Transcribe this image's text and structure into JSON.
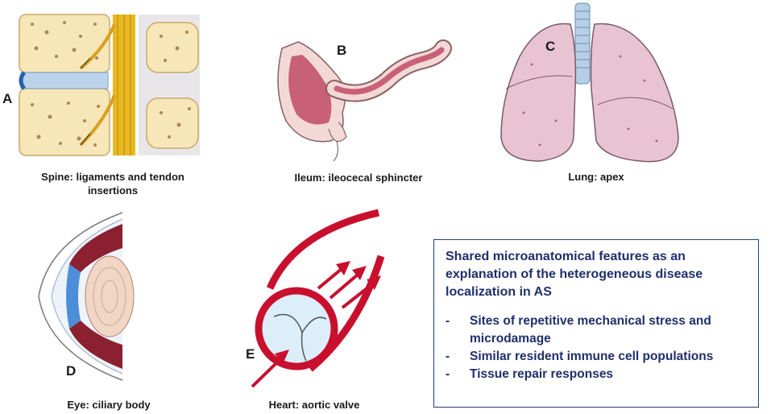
{
  "panels": [
    {
      "letter": "A",
      "caption": "Spine: ligaments and tendon insertions",
      "icon": "spine-illustration"
    },
    {
      "letter": "B",
      "caption": "Ileum: ileocecal sphincter",
      "icon": "ileum-illustration"
    },
    {
      "letter": "C",
      "caption": "Lung: apex",
      "icon": "lung-illustration"
    },
    {
      "letter": "D",
      "caption": "Eye: ciliary body",
      "icon": "eye-illustration"
    },
    {
      "letter": "E",
      "caption": "Heart: aortic valve",
      "icon": "heart-valve-illustration"
    }
  ],
  "box": {
    "title": "Shared microanatomical features as an explanation of the heterogeneous disease localization in AS",
    "bullet_marker": "-",
    "bullets": [
      "Sites of repetitive mechanical stress and microdamage",
      "Similar resident immune cell populations",
      "Tissue repair responses"
    ]
  },
  "colors": {
    "bone": "#f6e6b8",
    "ligament": "#e8b820",
    "tissue_pink": "#d9a8b8",
    "aorta_red": "#c8102e",
    "box_text": "#1f2f6b"
  }
}
